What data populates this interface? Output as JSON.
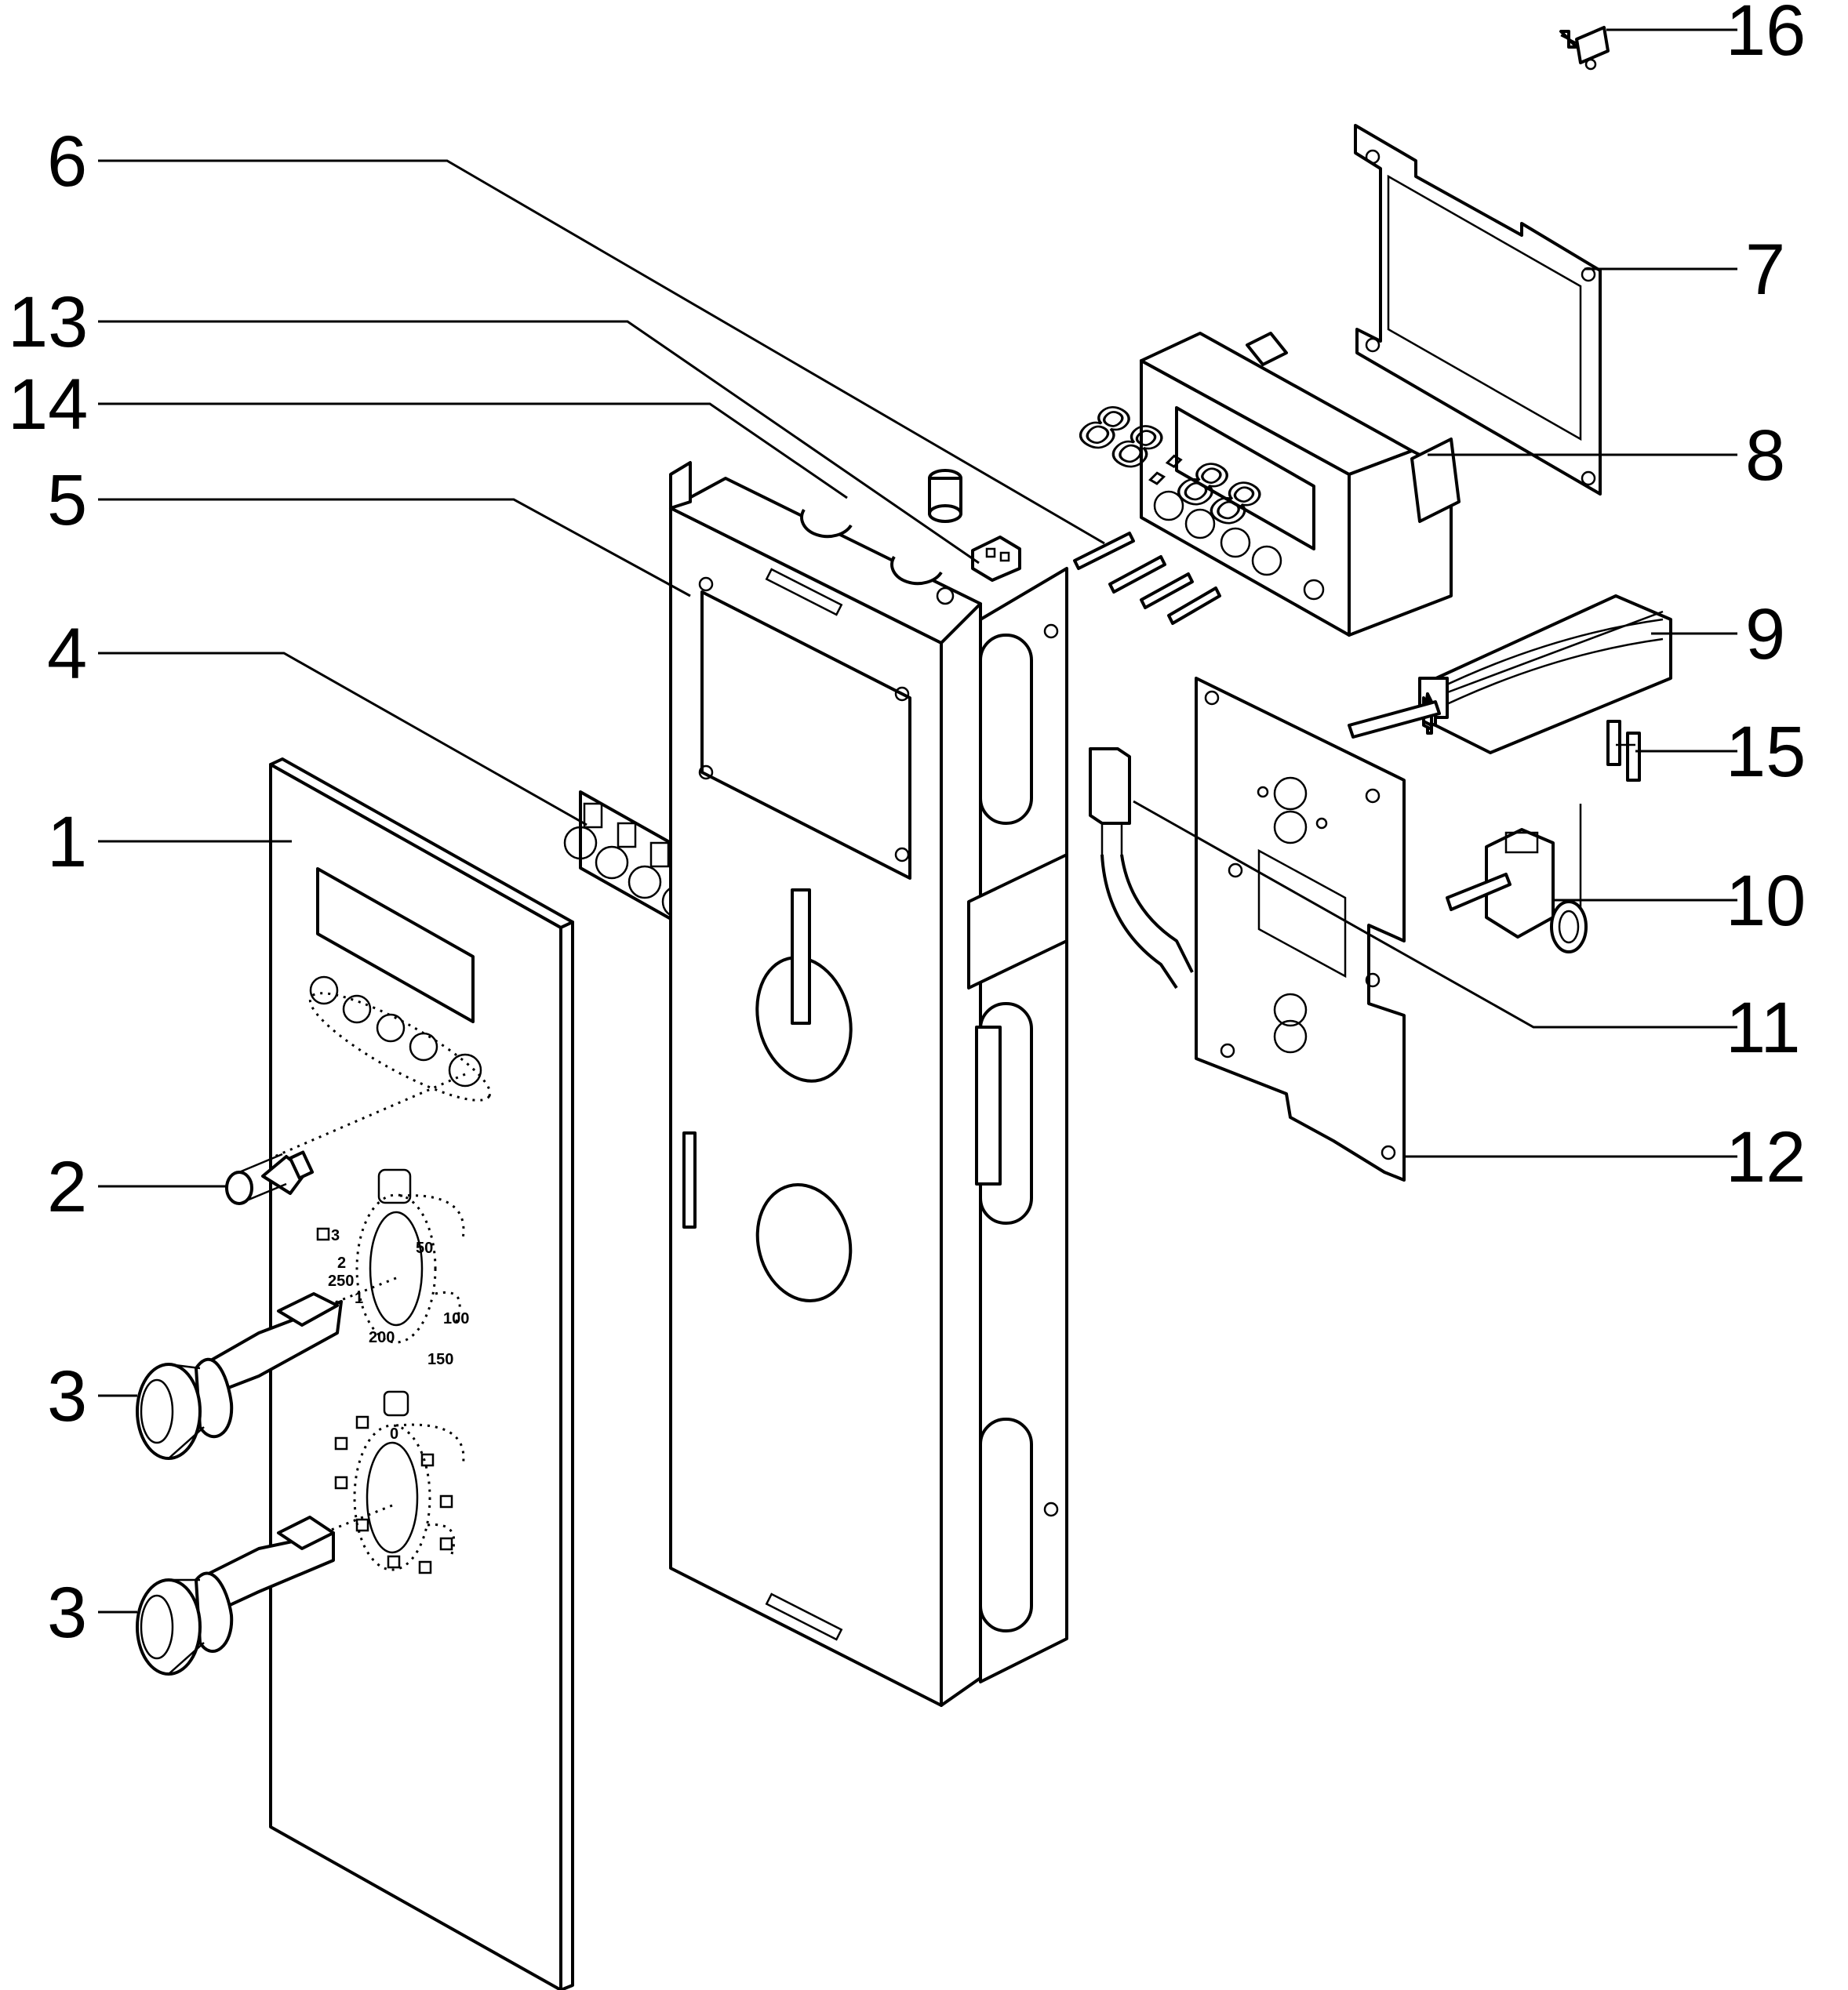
{
  "callouts": [
    {
      "id": "1",
      "label": "1"
    },
    {
      "id": "2",
      "label": "2"
    },
    {
      "id": "3a",
      "label": "3"
    },
    {
      "id": "3b",
      "label": "3"
    },
    {
      "id": "4",
      "label": "4"
    },
    {
      "id": "5",
      "label": "5"
    },
    {
      "id": "6",
      "label": "6"
    },
    {
      "id": "7",
      "label": "7"
    },
    {
      "id": "8",
      "label": "8"
    },
    {
      "id": "9",
      "label": "9"
    },
    {
      "id": "10",
      "label": "10"
    },
    {
      "id": "11",
      "label": "11"
    },
    {
      "id": "12",
      "label": "12"
    },
    {
      "id": "13",
      "label": "13"
    },
    {
      "id": "14",
      "label": "14"
    },
    {
      "id": "15",
      "label": "15"
    },
    {
      "id": "16",
      "label": "16"
    }
  ],
  "temperature_dial": {
    "labels": [
      "3",
      "2",
      "250",
      "1",
      "50",
      "100",
      "200",
      "150"
    ]
  },
  "function_dial": {
    "label": "0"
  },
  "clock_display": "88:88"
}
